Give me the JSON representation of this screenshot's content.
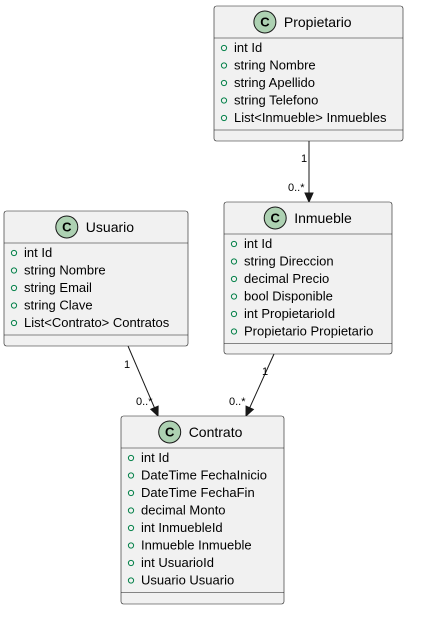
{
  "badge_letter": "C",
  "classes": [
    {
      "name": "Propietario",
      "attributes": [
        "int Id",
        "string Nombre",
        "string Apellido",
        "string Telefono",
        "List<Inmueble> Inmuebles"
      ]
    },
    {
      "name": "Inmueble",
      "attributes": [
        "int Id",
        "string Direccion",
        "decimal Precio",
        "bool Disponible",
        "int PropietarioId",
        "Propietario Propietario"
      ]
    },
    {
      "name": "Usuario",
      "attributes": [
        "int Id",
        "string Nombre",
        "string Email",
        "string Clave",
        "List<Contrato> Contratos"
      ]
    },
    {
      "name": "Contrato",
      "attributes": [
        "int Id",
        "DateTime FechaInicio",
        "DateTime FechaFin",
        "decimal Monto",
        "int InmuebleId",
        "Inmueble Inmueble",
        "int UsuarioId",
        "Usuario Usuario"
      ]
    }
  ],
  "relations": [
    {
      "from": "Propietario",
      "to": "Inmueble",
      "from_mult": "1",
      "to_mult": "0..*"
    },
    {
      "from": "Usuario",
      "to": "Contrato",
      "from_mult": "1",
      "to_mult": "0..*"
    },
    {
      "from": "Inmueble",
      "to": "Contrato",
      "from_mult": "1",
      "to_mult": "0..*"
    }
  ],
  "colors": {
    "box_fill": "#f1f1f1",
    "border": "#181818",
    "badge_fill": "#add1b2",
    "visibility_marker": "#038048"
  }
}
